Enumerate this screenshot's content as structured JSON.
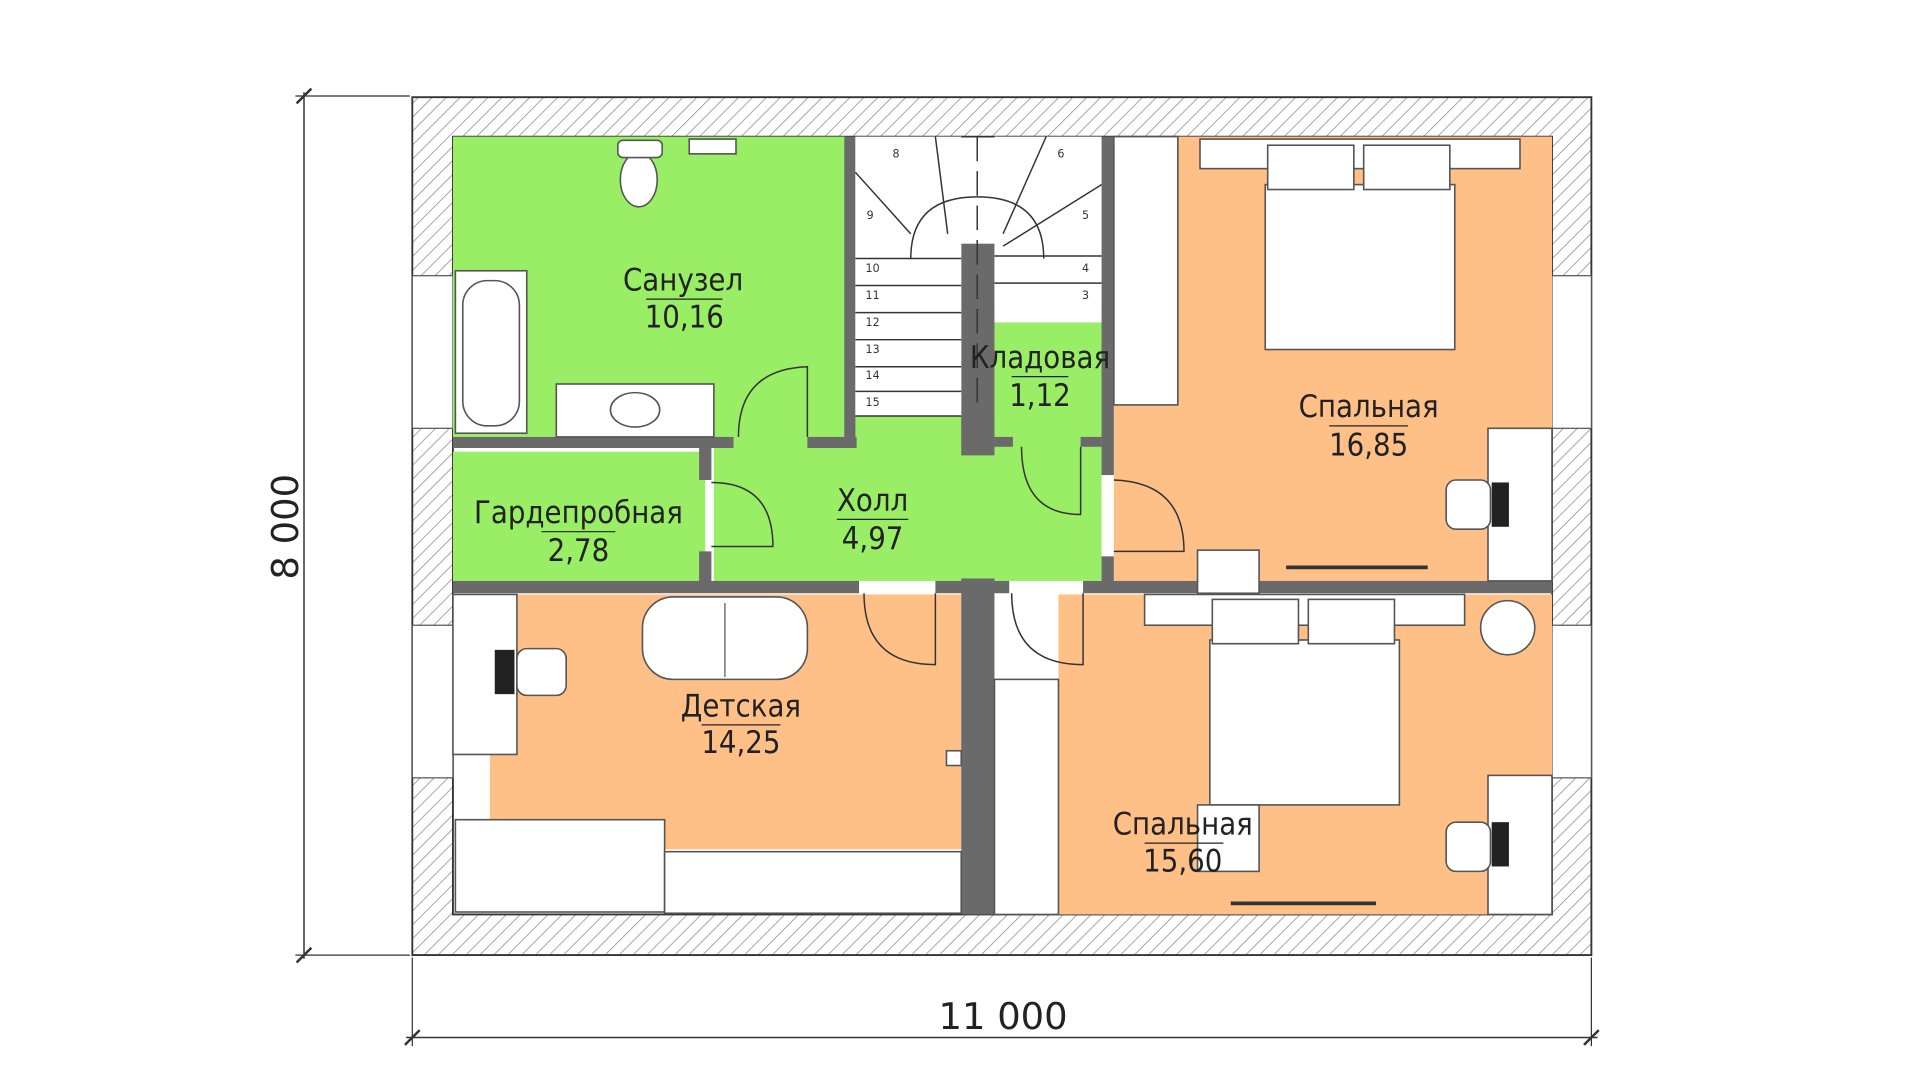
{
  "plan": {
    "dimensions": {
      "width_label": "11 000",
      "height_label": "8 000"
    },
    "colors": {
      "wet_zone": "#99ee66",
      "living_zone": "#ffc088",
      "wall": "#6a6a6a"
    },
    "rooms": [
      {
        "name": "Санузел",
        "area": "10,16"
      },
      {
        "name": "Кладовая",
        "area": "1,12"
      },
      {
        "name": "Спальная",
        "area": "16,85"
      },
      {
        "name": "Гардепробная",
        "area": "2,78"
      },
      {
        "name": "Холл",
        "area": "4,97"
      },
      {
        "name": "Детская",
        "area": "14,25"
      },
      {
        "name": "Спальная",
        "area": "15,60"
      }
    ],
    "stair_steps": [
      "3",
      "4",
      "5",
      "6",
      "8",
      "9",
      "10",
      "11",
      "12",
      "13",
      "14",
      "15"
    ]
  }
}
